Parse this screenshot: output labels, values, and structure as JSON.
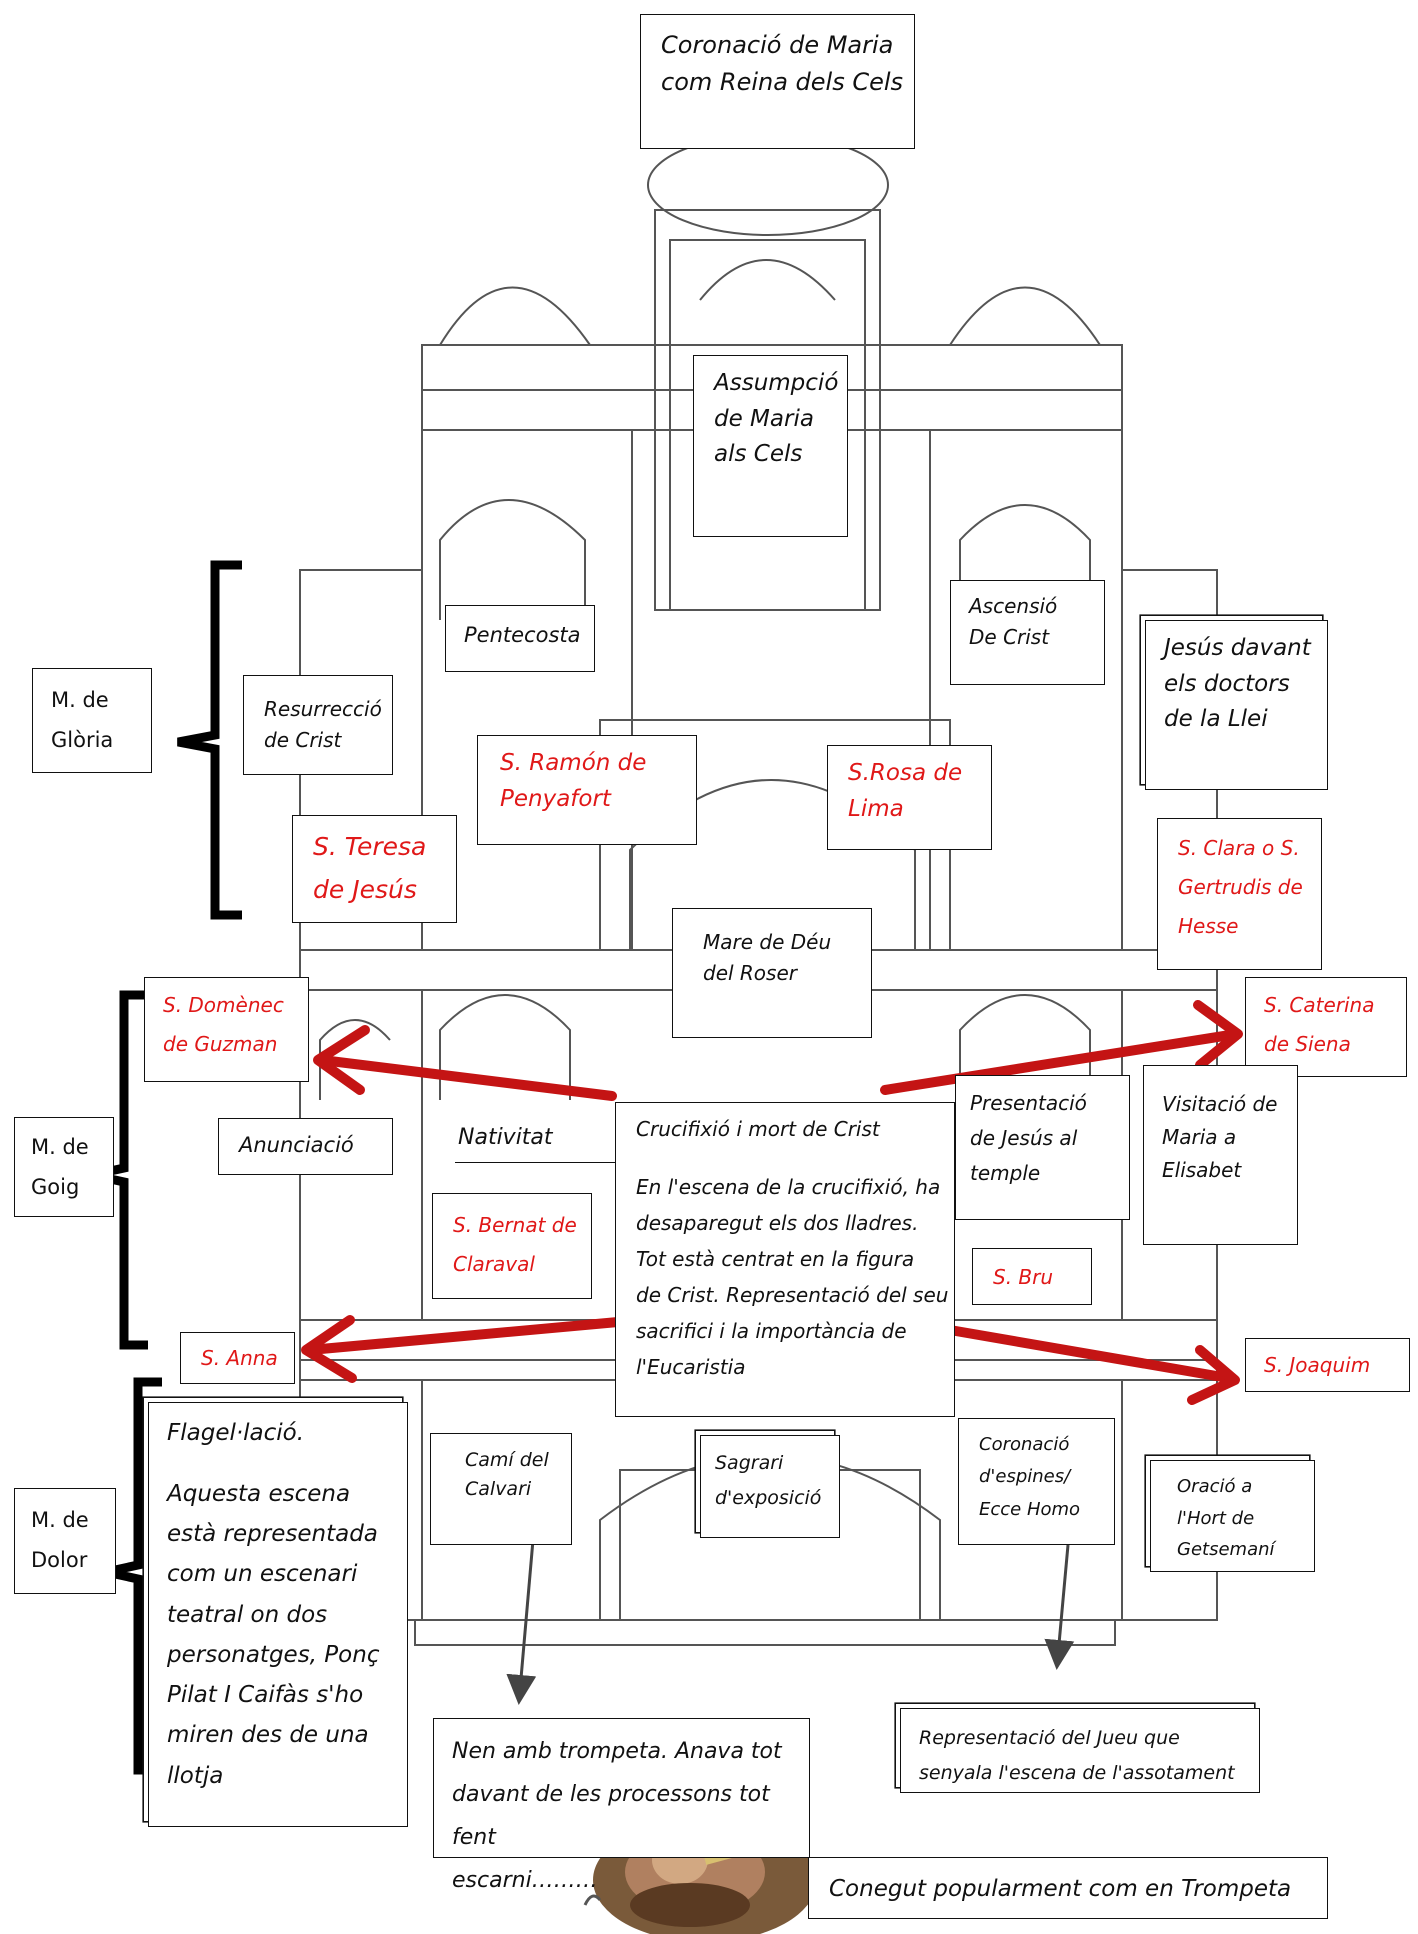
{
  "labels": {
    "coronacio_maria": "Coronació de Maria\ncom  Reina dels Cels",
    "assumpcio": "Assumpció\nde Maria\nals Cels",
    "pentecosta": "Pentecosta",
    "ascensio": "Ascensió\nDe Crist",
    "jesus_doctors": "Jesús davant\nels doctors\nde la Llei",
    "resurreccio": "Resurrecció\nde Crist",
    "ramon": "S. Ramón de\nPenyafort",
    "rosa": "S.Rosa de\nLima",
    "teresa": "S. Teresa\nde Jesús",
    "clara": "S. Clara o S.\nGertrudis de\nHesse",
    "mare_deu": "Mare de Déu\ndel Roser",
    "domenec": "S. Domènec\nde Guzman",
    "caterina": "S. Caterina\nde Siena",
    "anunciacio": "Anunciació",
    "nativitat": "Nativitat",
    "crucifixio_title": "Crucifixió i mort de Crist",
    "crucifixio_body": "En l'escena de la crucifixió, ha\ndesaparegut els dos lladres.\nTot està  centrat en la figura\nde Crist. Representació del seu\nsacrifici i la importància de\nl'Eucaristia",
    "presentacio": "Presentació\nde Jesús al\ntemple",
    "visitacio": "Visitació de\nMaria a\nElisabet",
    "bernat": "S. Bernat de\nClaraval",
    "bru": "S. Bru",
    "anna": "S. Anna",
    "joaquim": "S. Joaquim",
    "flagelacio_title": "Flagel·lació.",
    "flagelacio_body": "Aquesta escena\nestà representada\ncom un escenari\nteatral on dos\npersonatges, Ponç\nPilat I Caifàs s'ho\nmiren des de una\nllotja",
    "cami_calvari": "Camí del\nCalvari",
    "sagrari": "Sagrari\nd'exposició",
    "coronacio_espines": "Coronació\nd'espines/\nEcce Homo",
    "oracio": "Oració a\nl'Hort de\nGetsemaní",
    "nen": "Nen amb trompeta. Anava tot\ndavant de les processons tot fent\nescarni………",
    "jueu": "Representació del Jueu que\nsenyala l'escena de l'assotament",
    "trompeta": "Conegut popularment com en Trompeta"
  },
  "groups": {
    "gloria": "M. de\nGlòria",
    "goig": "M. de\nGoig",
    "dolor": "M. de\nDolor"
  },
  "colors": {
    "arrow": "#c41414",
    "highlight_text": "#e01818",
    "ink": "#111111"
  }
}
